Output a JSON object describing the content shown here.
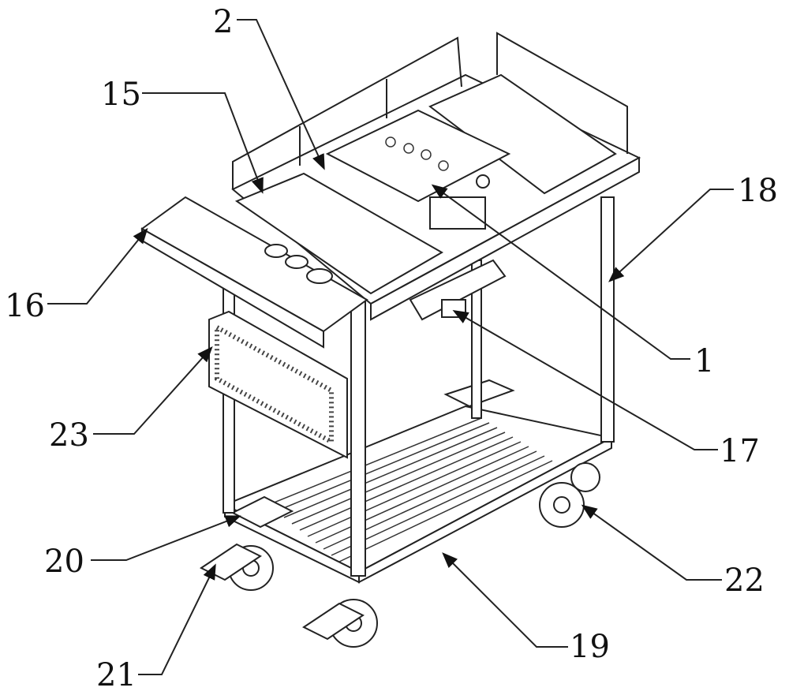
{
  "figure": {
    "labels": {
      "l2": "2",
      "l15": "15",
      "l16": "16",
      "l23": "23",
      "l20": "20",
      "l21": "21",
      "l19": "19",
      "l22": "22",
      "l17": "17",
      "l1": "1",
      "l18": "18"
    }
  }
}
